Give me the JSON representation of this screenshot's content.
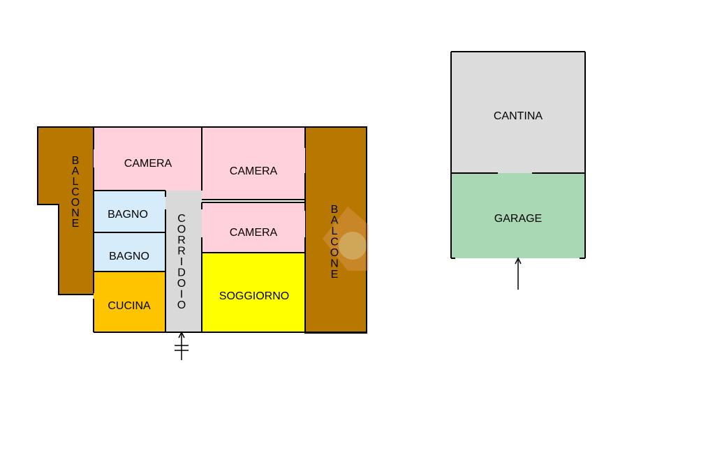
{
  "apartment": {
    "balcony_left": "BALCONE",
    "balcony_right": "BALCONE",
    "bedroom_top_left": "CAMERA",
    "bedroom_top_right": "CAMERA",
    "bedroom_middle": "CAMERA",
    "bathroom_1": "BAGNO",
    "bathroom_2": "BAGNO",
    "kitchen": "CUCINA",
    "corridor": "CORRIDOIO",
    "living_room": "SOGGIORNO"
  },
  "annex": {
    "cellar": "CANTINA",
    "garage": "GARAGE"
  },
  "colors": {
    "balcony": "#b87800",
    "bedroom": "#ffd1dc",
    "bathroom": "#d6ecfa",
    "kitchen": "#ffc400",
    "corridor": "#d9d9d9",
    "living_room": "#ffff00",
    "cellar": "#dcdcdc",
    "garage": "#a8d8b4",
    "wall": "#000000"
  }
}
